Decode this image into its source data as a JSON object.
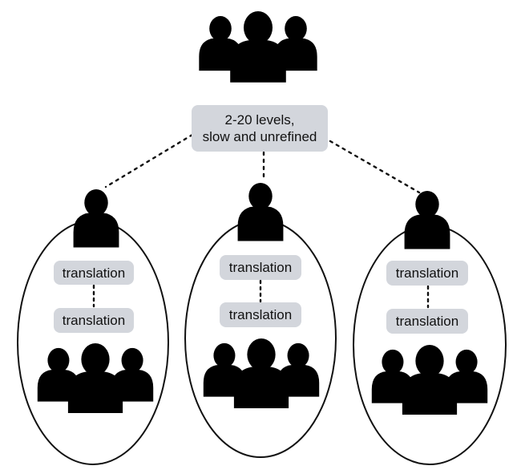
{
  "top": {
    "icon": "group-of-three-people-icon",
    "label_lines": [
      "2-20 levels,",
      "slow and unrefined"
    ]
  },
  "branches": [
    {
      "leader_icon": "person-icon",
      "labels": [
        "translation",
        "translation"
      ],
      "group_icon": "group-of-three-people-icon"
    },
    {
      "leader_icon": "person-icon",
      "labels": [
        "translation",
        "translation"
      ],
      "group_icon": "group-of-three-people-icon"
    },
    {
      "leader_icon": "person-icon",
      "labels": [
        "translation",
        "translation"
      ],
      "group_icon": "group-of-three-people-icon"
    }
  ],
  "colors": {
    "silhouette": "#000000",
    "label_fill": "#d3d6dc",
    "line": "#111111"
  }
}
